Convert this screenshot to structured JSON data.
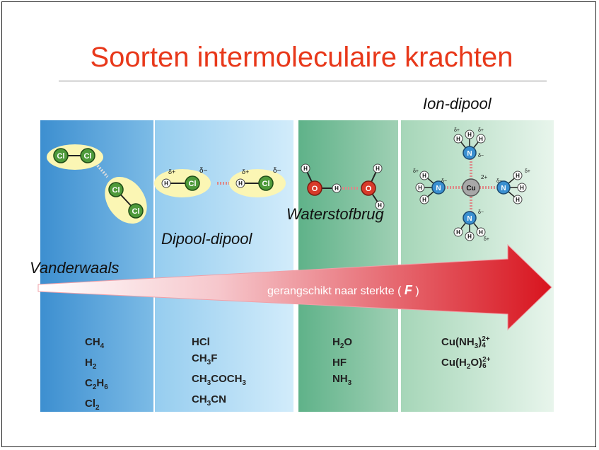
{
  "title": "Soorten intermoleculaire krachten",
  "categories": {
    "vanderwaals": "Vanderwaals",
    "dipool": "Dipool-dipool",
    "waterstof": "Waterstofbrug",
    "iondipool": "Ion-dipool"
  },
  "arrow": {
    "text_before": "gerangschikt naar sterkte (",
    "symbol": "F",
    "text_after": ")"
  },
  "atoms": {
    "cl": "Cl",
    "h": "H",
    "o": "O",
    "n": "N",
    "cu": "Cu"
  },
  "charges": {
    "plus": "δ+",
    "minus": "δ−",
    "two_plus": "2+"
  },
  "formulas": {
    "vanderwaals": [
      {
        "main": "CH",
        "sub": "4"
      },
      {
        "main": "H",
        "sub": "2"
      },
      {
        "main": "C",
        "sub": "2",
        "main2": "H",
        "sub2": "6"
      },
      {
        "main": "Cl",
        "sub": "2"
      }
    ],
    "dipool": [
      {
        "main": "HCl"
      },
      {
        "main": "CH",
        "sub": "3",
        "main2": "F"
      },
      {
        "main": "CH",
        "sub": "3",
        "main2": "COCH",
        "sub2": "3"
      },
      {
        "main": "CH",
        "sub": "3",
        "main2": "CN"
      }
    ],
    "waterstof": [
      {
        "main": "H",
        "sub": "2",
        "main2": "O"
      },
      {
        "main": "HF"
      },
      {
        "main": "NH",
        "sub": "3"
      }
    ],
    "iondipool": [
      {
        "main": "Cu(NH",
        "sub": "3",
        "main2": ")",
        "sup": "2+",
        "sub2": "4"
      },
      {
        "main": "Cu(H",
        "sub": "2",
        "main2": "O)",
        "sup": "2+",
        "sub2": "6"
      }
    ]
  },
  "colors": {
    "title": "#e8381a",
    "arrow_start": "#ffffff",
    "arrow_end": "#d8141e",
    "cl_atom": "#4e9a3a",
    "o_atom": "#d83a2a",
    "n_atom": "#3a8fd0",
    "cu_atom": "#a8a8a8",
    "molecule_bg": "#fbf6b4"
  },
  "icons": {
    "arrow": "strength-arrow-icon",
    "chlorine_pair": "cl2-molecule-icon",
    "hcl": "hcl-molecule-icon",
    "water": "water-molecule-icon",
    "complex": "copper-ammine-complex-icon"
  }
}
